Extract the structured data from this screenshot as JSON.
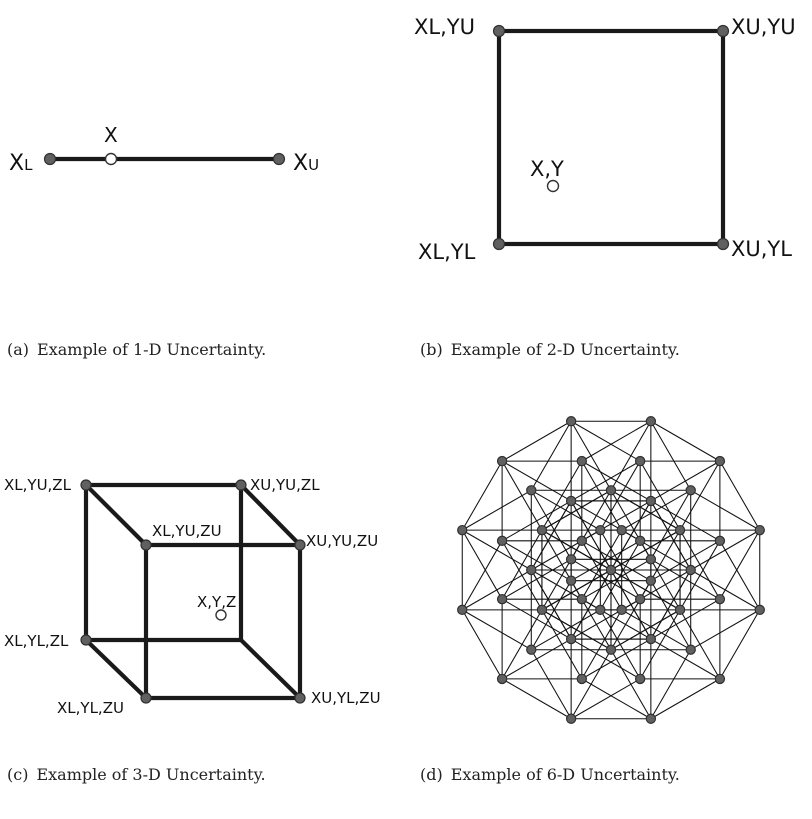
{
  "panels": {
    "a": {
      "caption_tag": "(a)",
      "caption_text": "Example of 1-D Uncertainty.",
      "labels": {
        "mean": "X",
        "lower": "XL",
        "upper": "XU"
      },
      "labels_rich": {
        "lower": {
          "main": "X",
          "sub": "L"
        },
        "upper": {
          "main": "X",
          "sub": "U"
        }
      }
    },
    "b": {
      "caption_tag": "(b)",
      "caption_text": "Example of 2-D Uncertainty.",
      "labels": {
        "top_left": "XL,YU",
        "top_right": "XU,YU",
        "bottom_left": "XL,YL",
        "bottom_right": "XU,YL",
        "mean": "X,Y"
      }
    },
    "c": {
      "caption_tag": "(c)",
      "caption_text": "Example of 3-D Uncertainty.",
      "labels": {
        "back_top_left": "XL,YU,ZL",
        "back_top_right": "XU,YU,ZL",
        "front_top_left": "XL,YU,ZU",
        "front_top_right": "XU,YU,ZU",
        "back_bottom_left": "XL,YL,ZL",
        "front_bottom_left": "XL,YL,ZU",
        "front_bottom_right": "XU,YL,ZU",
        "mean": "X,Y,Z"
      }
    },
    "d": {
      "caption_tag": "(d)",
      "caption_text": "Example of 6-D Uncertainty.",
      "dimension": 6
    }
  },
  "colors": {
    "line": "#1a1a1a",
    "vertex_fill": "#606060",
    "vertex_stroke": "#303030",
    "mean_fill": "#ffffff"
  }
}
